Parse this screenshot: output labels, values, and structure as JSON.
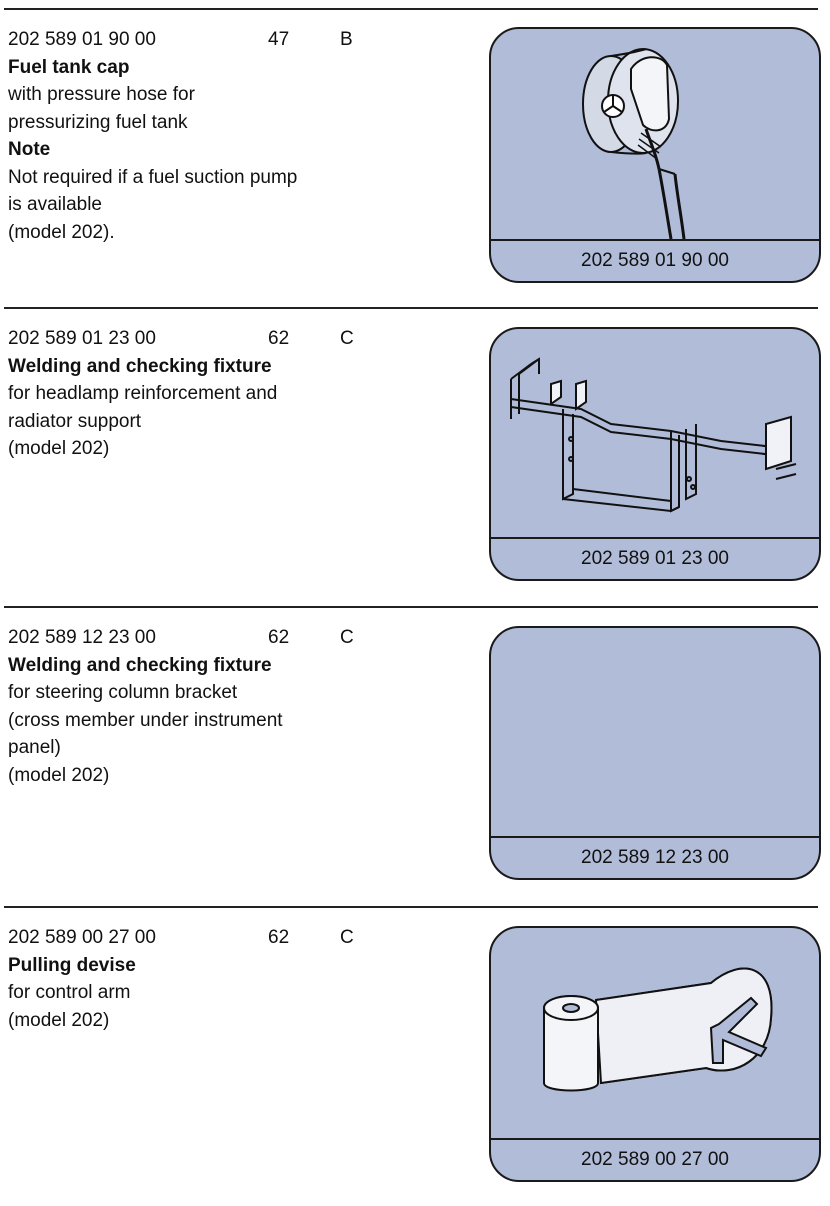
{
  "entries": [
    {
      "code": "202 589 01 90 00",
      "qty": "47",
      "group": "B",
      "title": "Fuel tank cap",
      "desc": [
        "with pressure hose for",
        "pressurizing fuel tank"
      ],
      "note_label": "Note",
      "note": [
        "Not required if a fuel suction pump",
        "is available"
      ],
      "tail": "(model 202).",
      "caption": "202 589 01 90 00",
      "illustration": "fuel-tank-cap-illustration"
    },
    {
      "code": "202 589 01 23 00",
      "qty": "62",
      "group": "C",
      "title": "Welding and checking fixture",
      "desc": [
        "for headlamp reinforcement and",
        "radiator support",
        "(model 202)"
      ],
      "caption": "202 589 01 23 00",
      "illustration": "welding-fixture-illustration"
    },
    {
      "code": "202 589 12 23 00",
      "qty": "62",
      "group": "C",
      "title": "Welding and checking fixture",
      "desc": [
        "for steering column bracket",
        "(cross member under instrument",
        "panel)",
        "(model 202)"
      ],
      "caption": "202 589 12 23 00",
      "illustration": "empty"
    },
    {
      "code": "202 589 00 27 00",
      "qty": "62",
      "group": "C",
      "title": "Pulling devise",
      "desc": [
        "for control arm",
        "(model 202)"
      ],
      "caption": "202 589 00 27 00",
      "illustration": "pulling-device-illustration"
    }
  ],
  "colors": {
    "card_fill": "#b1bcd8",
    "outline": "#1a1a1a"
  }
}
